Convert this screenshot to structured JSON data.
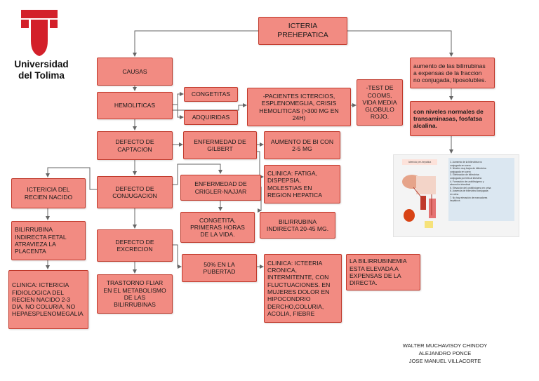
{
  "logo": {
    "university_name": "Universidad\ndel Tolima"
  },
  "nodes": {
    "root": "ICTERIA\nPREHEPATICA",
    "causas": "CAUSAS",
    "hemoliticas": "HEMOLITICAS",
    "congenitas": "CONGETITAS",
    "adquiridas": "ADQUIRIDAS",
    "pacientes": "-PACIENTES ICTERCIOS,\nESPLENOMEGLIA, CRISIS\nHEMOLITICAS (>300 MG EN\n24H)",
    "test_coombs": "-TEST DE\nCOOMS,\nVIDA MEDIA\nGLOBULO\nROJO.",
    "defecto_captacion": "DEFECTO DE\nCAPTACION",
    "gilbert": "ENFERMEDAD DE\nGILBERT",
    "aumento_bi": "AUMENTO DE BI CON\n2-5 MG",
    "clinica_fatiga": "CLINICA: FATIGA,\nDISPEPSIA,\nMOLESTIAS EN\nREGION HEPATICA",
    "defecto_conjugacion": "DEFECTO DE\nCONJUGACION",
    "crigler": "ENFERMEDAD DE\nCRIGLER-NAJJAR",
    "congetita_primeras": "CONGETITA,\nPRIMERAS HORAS\nDE LA VIDA.",
    "bilirrubina_indirecta": "BILIRRUBINA\nINDIRECTA 20-45 MG.",
    "ictericia_rn": "ICTERICIA DEL\nRECIEN NACIDO",
    "bilirrubina_placenta": "BILIRRUBINA\nINDIRECTA  FETAL\nATRAVIEZA LA\nPLACENTA",
    "clinica_rn": "CLINICA: ICTERICIA\nFIDIOLOGICA DEL\nRECIEN NACIDO 2-3\nDIA, NO COLURIA, NO\nHEPAESPLENOMEGALIA",
    "defecto_excrecion": "DEFECTO DE\nEXCRECION",
    "trastorno": "TRASTORNO FLIAR\nEN EL METABOLISMO\nDE LAS\nBILIRRUBINAS",
    "pubertad": "50% EN LA\nPUBERTAD",
    "clinica_cronica": "CLINICA: ICTEERIA\nCRONICA,\nINTERMITENTE, CON\nFLUCTUACIONES. EN\nMUJERES DOLOR EN\nHIPOCONDRIO\nDERCHO,COLURIA,\nACOLIA, FIEBRE",
    "bilirrubinemia": "LA BILIRRUBINEMIA\nESTA ELEVADA A\nEXPENSAS DE LA\nDIRECTA.",
    "aumento_bilirrubinas": "aumento de las bilirrubinas\na expensas de la fraccion\nno conjugada, liposolubles.",
    "niveles_normales": "con niveles normales de\ntransaminasas, fosfatsa\nalcalina."
  },
  "thumbnail": {
    "title": "Ictericia pre-hepatica",
    "items": "1. Aumento de la bilirrubina no\nconjugada en suero\n2. Niveles muy bajos de bilirrubina\nconjugada en suero\n3. Eliminación de bilirrubina\nconjugada por bilis al intestino\n4. Formación de urobilinógeno y\nabsorción intestinal\n5. Elevación del urobilinógeno en orina\n6. Ausencia de bilirrubina conjugada\nen orina\n7. No hay elevación de marcadores\nhepáticos"
  },
  "authors": [
    "WALTER MUCHAVISOY CHINDOY",
    "ALEJANDRO PONCE",
    "JOSE MANUEL VILLACORTE"
  ],
  "colors": {
    "node_fill": "#f28b82",
    "node_border": "#c0392b",
    "logo_red": "#d3202a",
    "connector": "#666666"
  }
}
